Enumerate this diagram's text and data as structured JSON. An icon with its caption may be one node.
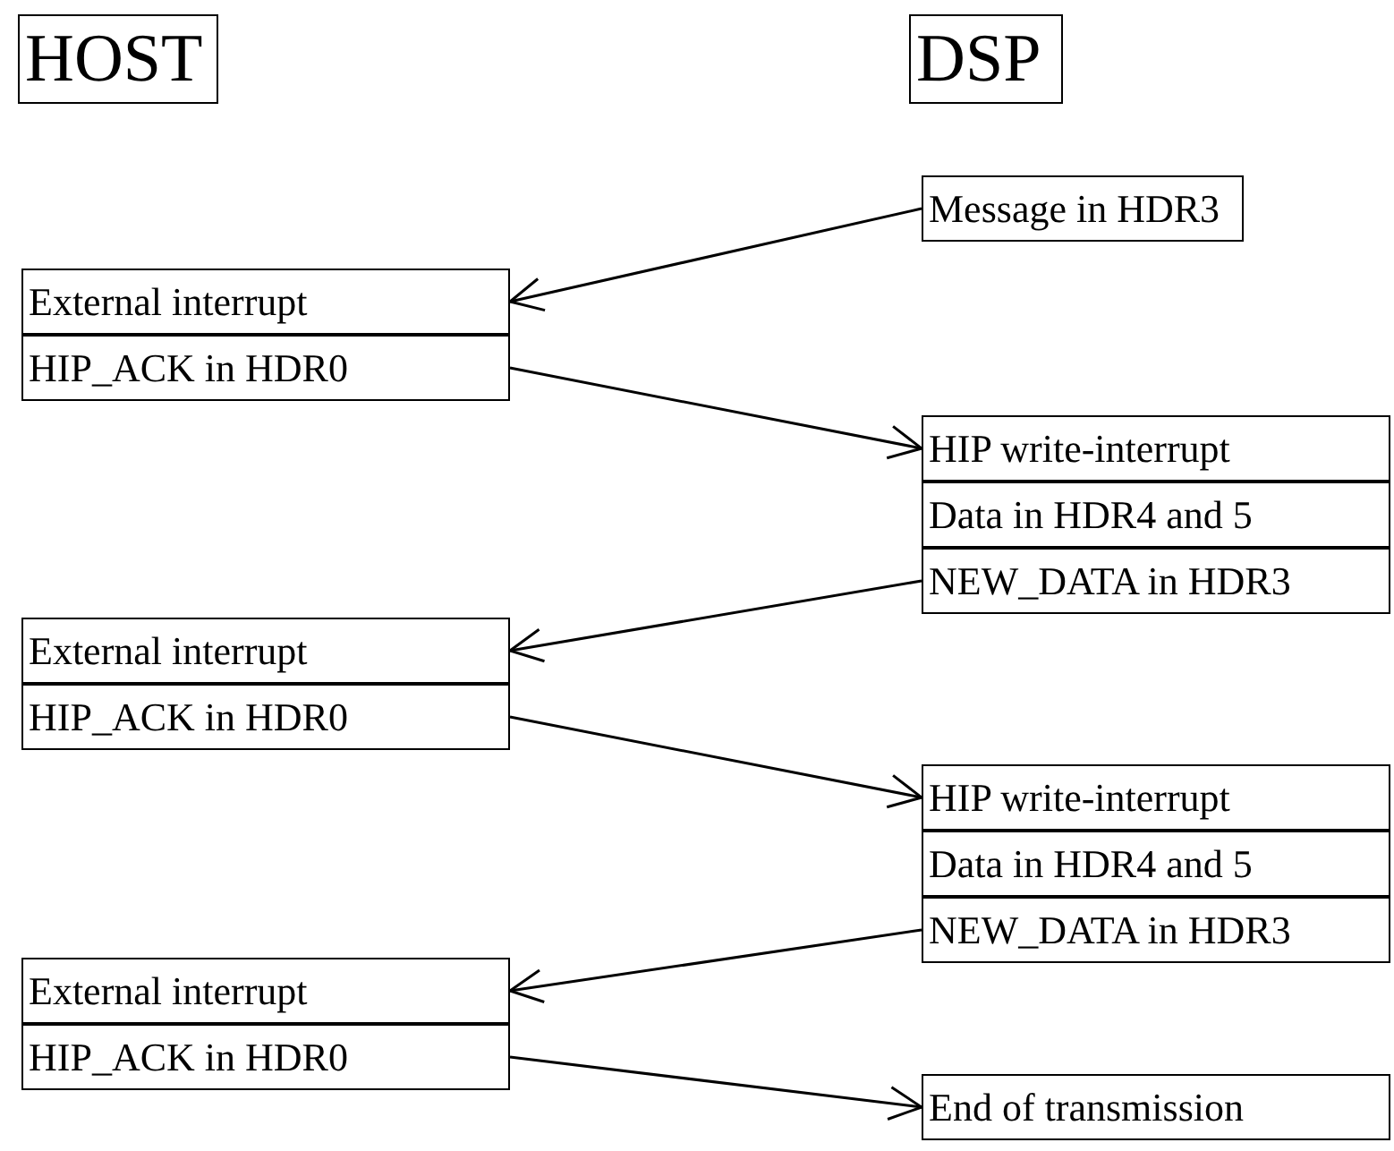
{
  "diagram": {
    "nodes": [
      {
        "text": [
          "HOST"
        ]
      },
      {
        "text": [
          "DSP"
        ]
      },
      {
        "text": [
          "Message in HDR3"
        ]
      },
      {
        "text": [
          "External interrupt"
        ]
      },
      {
        "text": [
          "HIP_ACK in HDR0"
        ]
      },
      {
        "text": [
          "HIP write-interrupt"
        ]
      },
      {
        "text": [
          "Data in HDR4 and 5"
        ]
      },
      {
        "text": [
          "NEW_DATA in HDR3"
        ]
      },
      {
        "text": [
          "External interrupt"
        ]
      },
      {
        "text": [
          "HIP_ACK in HDR0"
        ]
      },
      {
        "text": [
          "HIP write-interrupt"
        ]
      },
      {
        "text": [
          "Data in HDR4 and 5"
        ]
      },
      {
        "text": [
          "NEW_DATA in HDR3"
        ]
      },
      {
        "text": [
          "External interrupt"
        ]
      },
      {
        "text": [
          "HIP_ACK in HDR0"
        ]
      },
      {
        "text": [
          "End of transmission"
        ]
      }
    ],
    "edges": [
      {
        "from": 2,
        "to": 3,
        "arrow": "to"
      },
      {
        "from": 4,
        "to": 5,
        "arrow": "to"
      },
      {
        "from": 7,
        "to": 8,
        "arrow": "to"
      },
      {
        "from": 9,
        "to": 10,
        "arrow": "to"
      },
      {
        "from": 12,
        "to": 13,
        "arrow": "to"
      },
      {
        "from": 14,
        "to": 15,
        "arrow": "to"
      }
    ]
  }
}
